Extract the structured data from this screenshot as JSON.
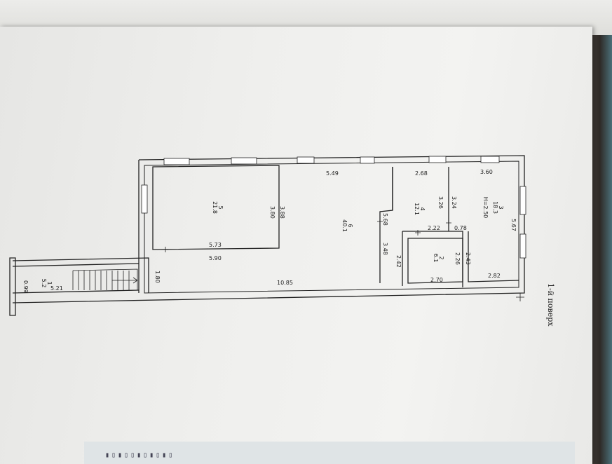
{
  "plan": {
    "caption": "1-й поверх",
    "rooms": [
      {
        "number": "1",
        "area": "5.2",
        "height": ""
      },
      {
        "number": "2",
        "area": "6.1",
        "height": ""
      },
      {
        "number": "3",
        "area": "18.3",
        "height": "H=2.50"
      },
      {
        "number": "4",
        "area": "12.1",
        "height": ""
      },
      {
        "number": "5",
        "area": "21.8",
        "height": ""
      },
      {
        "number": "6",
        "area": "40.1",
        "height": ""
      }
    ],
    "dimensions": {
      "d549": "5.49",
      "d268": "2.68",
      "d360": "3.60",
      "d388": "3.88",
      "d380": "3.80",
      "d573": "5.73",
      "d590": "5.90",
      "d568": "5.68",
      "d348": "3.48",
      "d242": "2.42",
      "d326": "3.26",
      "d324": "3.24",
      "d222": "2.22",
      "d078": "0.78",
      "d226": "2.26",
      "d270": "2.70",
      "d243": "2.43",
      "d282": "2.82",
      "d567": "5.67",
      "d1085": "10.85",
      "d180": "1.80",
      "d099": "0.99",
      "d521": "5.21"
    }
  }
}
